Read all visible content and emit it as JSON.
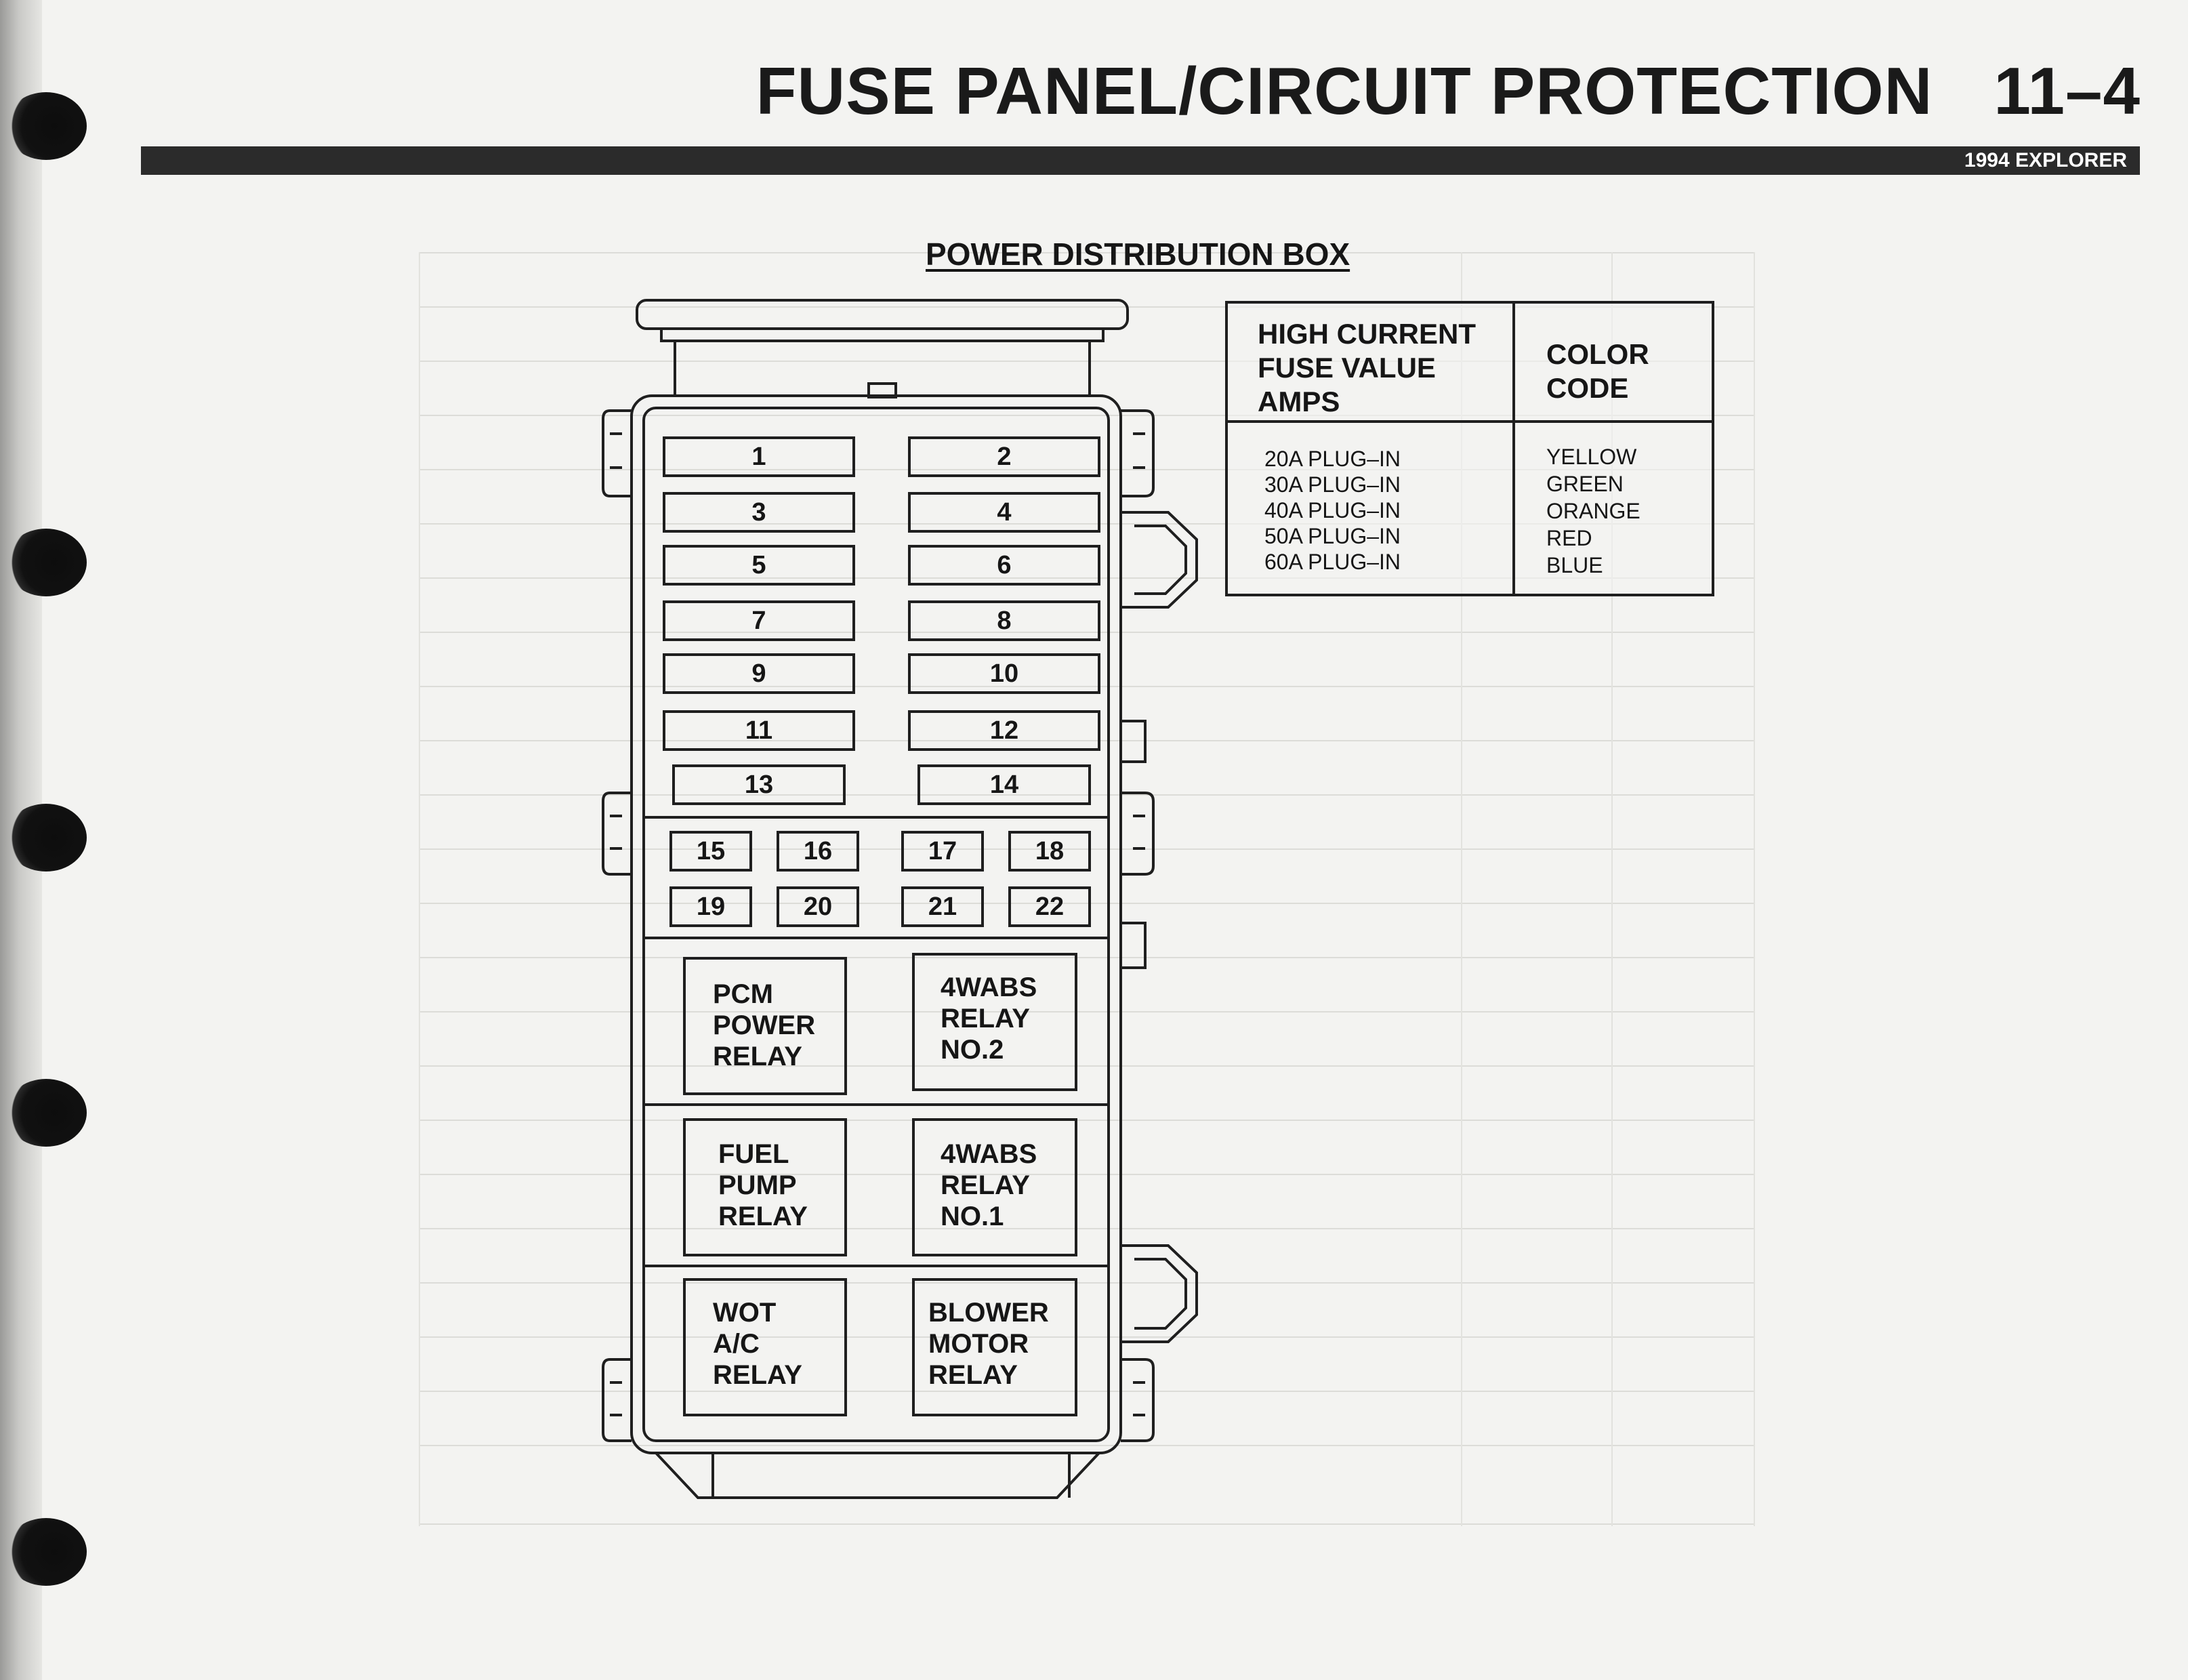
{
  "header": {
    "title": "FUSE PANEL/CIRCUIT PROTECTION",
    "page_number": "11–4",
    "subtitle": "1994 EXPLORER"
  },
  "diagram": {
    "title": "POWER DISTRIBUTION BOX",
    "fuse_labels": [
      "1",
      "2",
      "3",
      "4",
      "5",
      "6",
      "7",
      "8",
      "9",
      "10",
      "11",
      "12",
      "13",
      "14",
      "15",
      "16",
      "17",
      "18",
      "19",
      "20",
      "21",
      "22"
    ],
    "relays": {
      "pcm_power": [
        "PCM",
        "POWER",
        "RELAY"
      ],
      "wabs_relay_2": [
        "4WABS",
        "RELAY",
        "NO.2"
      ],
      "fuel_pump": [
        "FUEL",
        "PUMP",
        "RELAY"
      ],
      "wabs_relay_1": [
        "4WABS",
        "RELAY",
        "NO.1"
      ],
      "wot_ac": [
        "WOT",
        "A/C",
        "RELAY"
      ],
      "blower_motor": [
        "BLOWER",
        "MOTOR",
        "RELAY"
      ]
    }
  },
  "color_code_table": {
    "header_left": [
      "HIGH CURRENT",
      "FUSE VALUE",
      "AMPS"
    ],
    "header_right": [
      "COLOR",
      "CODE"
    ],
    "values": [
      "20A PLUG–IN",
      "30A PLUG–IN",
      "40A PLUG–IN",
      "50A PLUG–IN",
      "60A PLUG–IN"
    ],
    "colors": [
      "YELLOW",
      "GREEN",
      "ORANGE",
      "RED",
      "BLUE"
    ]
  }
}
